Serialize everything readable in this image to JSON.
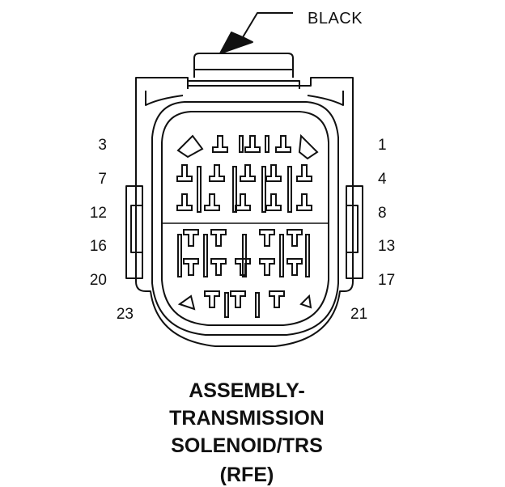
{
  "callout": {
    "color_label": "BLACK"
  },
  "pins": {
    "left": [
      "3",
      "7",
      "12",
      "16",
      "20",
      "23"
    ],
    "right": [
      "1",
      "4",
      "8",
      "13",
      "17",
      "21"
    ]
  },
  "caption": {
    "line1": "ASSEMBLY-",
    "line2": "TRANSMISSION",
    "line3": "SOLENOID/TRS",
    "line4": "(RFE)"
  }
}
